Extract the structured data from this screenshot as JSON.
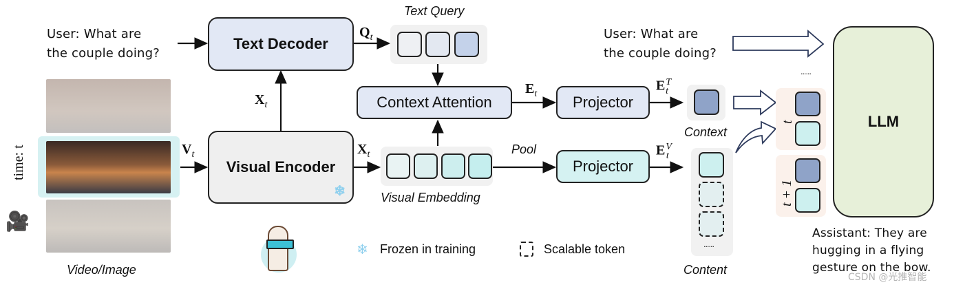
{
  "user_query_left": {
    "line1": "User:  What  are",
    "line2": "the couple doing?"
  },
  "user_query_right": {
    "line1": "User:  What  are",
    "line2": "the couple doing?"
  },
  "text_decoder": {
    "label": "Text Decoder"
  },
  "visual_encoder": {
    "label": "Visual Encoder"
  },
  "context_attention": {
    "label": "Context Attention"
  },
  "projector_top": {
    "label": "Projector"
  },
  "projector_bottom": {
    "label": "Projector"
  },
  "llm": {
    "label": "LLM"
  },
  "labels": {
    "text_query": "Text Query",
    "visual_embedding": "Visual Embedding",
    "pool": "Pool",
    "context": "Context",
    "content": "Content",
    "video_image": "Video/Image",
    "time": "time: t",
    "t": "t",
    "t_plus_1": "t + 1",
    "dots_top": "......",
    "dots_content": "......"
  },
  "math": {
    "Q": "Q",
    "Q_sub": "t",
    "X_up": "X",
    "X_up_sub": "t",
    "V": "V",
    "V_sub": "t",
    "X_right": "X",
    "X_right_sub": "t",
    "E": "E",
    "E_sub": "t",
    "ET": "E",
    "ET_sub": "t",
    "ET_sup": "T",
    "EV": "E",
    "EV_sub": "t",
    "EV_sup": "V"
  },
  "legend": {
    "frozen": "Frozen in training",
    "scalable": "Scalable token"
  },
  "assistant": {
    "line1": "Assistant: They are",
    "line2": "hugging  in  a  flying",
    "line3": "gesture on the bow."
  },
  "watermark": "CSDN @光推智能",
  "colors": {
    "text_box": "#e2e8f5",
    "visual_box": "#efefef",
    "context_token": "#8fa3c8",
    "content_token": "#cdf0ef",
    "llm_fill": "#e7f0d9",
    "frame_highlight": "#d6f1f2"
  },
  "icons": [
    "snowflake-icon",
    "camera-icon",
    "llama-logo-icon"
  ]
}
